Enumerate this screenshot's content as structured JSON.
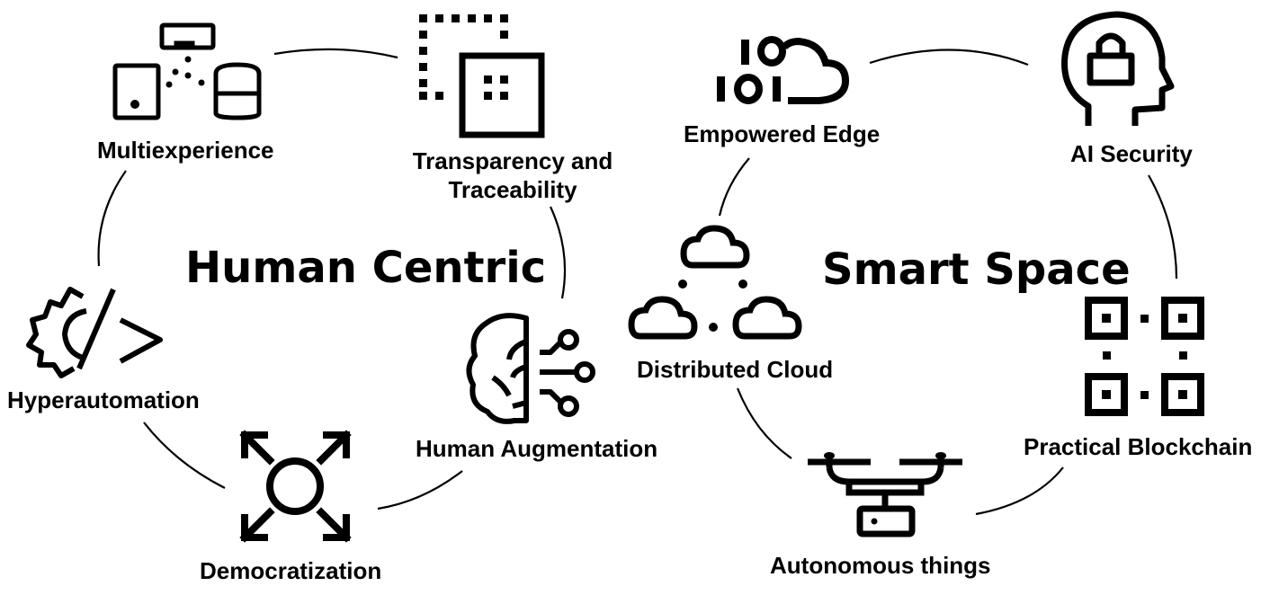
{
  "groups": {
    "human": "Human Centric",
    "smart": "Smart Space"
  },
  "nodes": {
    "multiexperience": "Multiexperience",
    "transparency": "Transparency and Traceability",
    "hyperautomation": "Hyperautomation",
    "democratization": "Democratization",
    "human_augmentation": "Human Augmentation",
    "empowered_edge": "Empowered Edge",
    "ai_security": "AI Security",
    "distributed_cloud": "Distributed Cloud",
    "practical_blockchain": "Practical Blockchain",
    "autonomous_things": "Autonomous things"
  },
  "colors": {
    "ink": "#000000",
    "background": "#ffffff"
  }
}
